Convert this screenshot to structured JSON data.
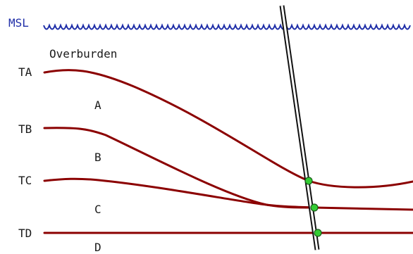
{
  "sea_level": {
    "label": "MSL",
    "color": "#1f2ea8"
  },
  "horizon_color": "#8b0000",
  "well_color": "#111111",
  "marker_color": "#33cc33",
  "labels": {
    "overburden": "Overburden",
    "tops": [
      "TA",
      "TB",
      "TC",
      "TD"
    ],
    "zones": [
      "A",
      "B",
      "C",
      "D"
    ]
  }
}
